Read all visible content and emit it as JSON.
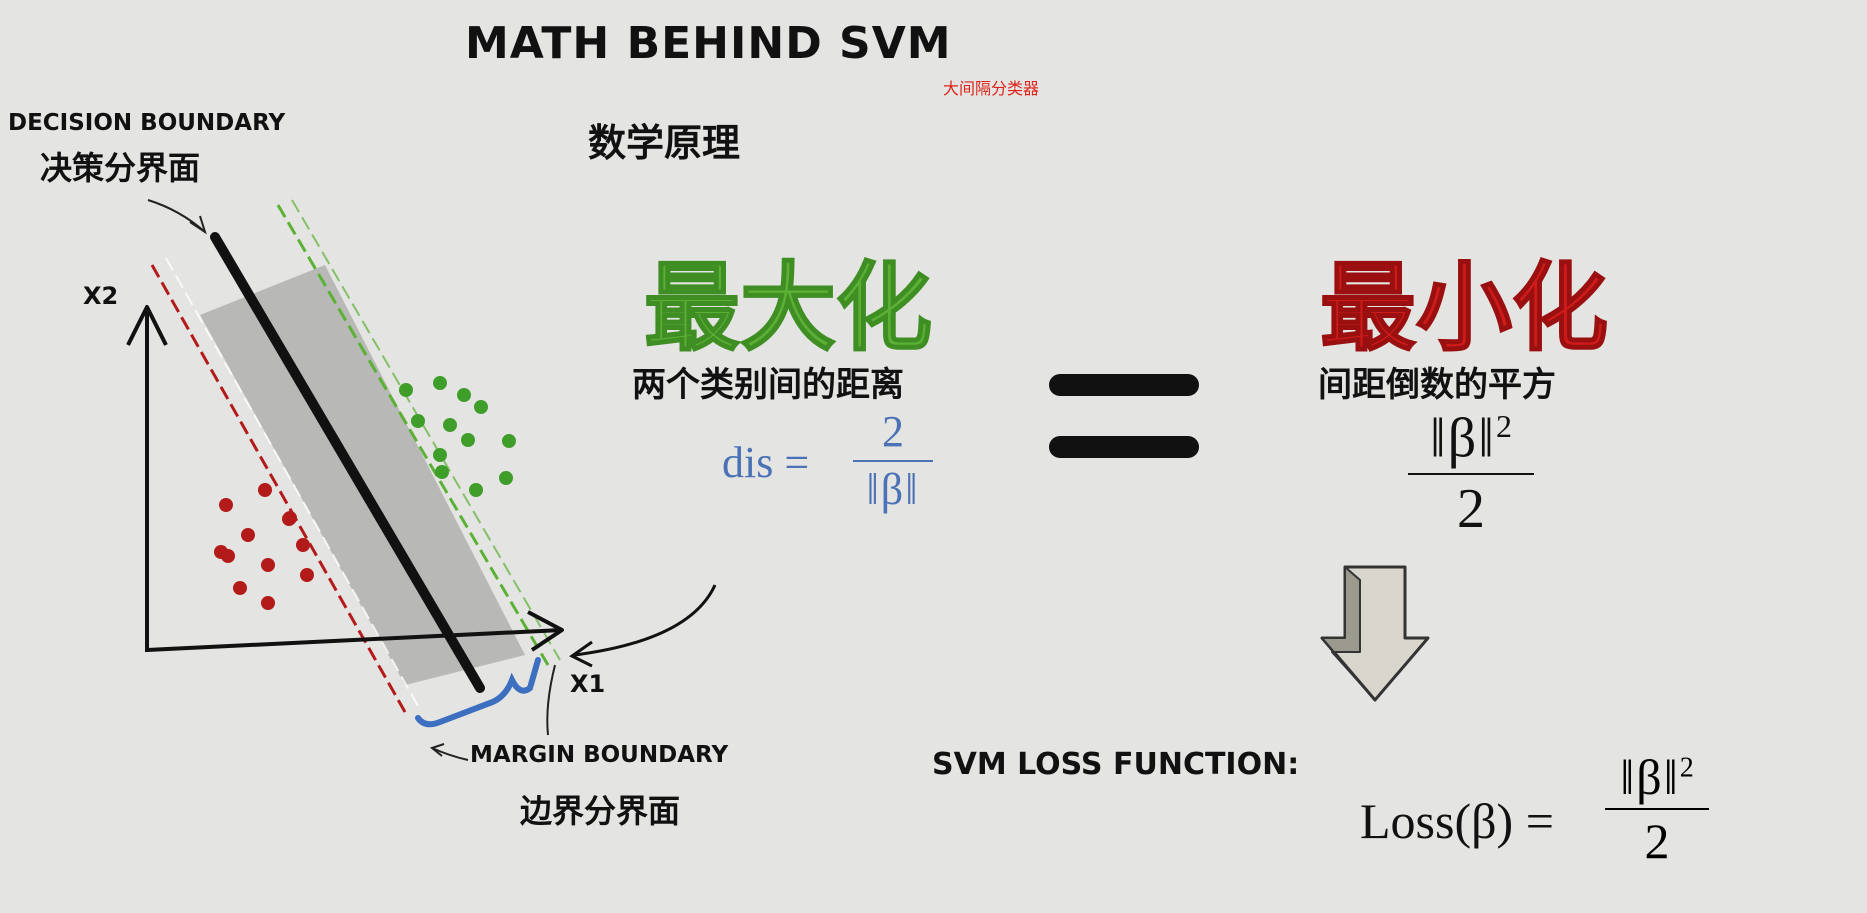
{
  "title": "MATH BEHIND SVM",
  "subtitle_cn": "数学原理",
  "corner_label": "大间隔分类器",
  "decision_boundary": {
    "en": "DECISION BOUNDARY",
    "cn": "决策分界面"
  },
  "margin_boundary": {
    "en": "MARGIN BOUNDARY",
    "cn": "边界分界面"
  },
  "axes": {
    "x": "X1",
    "y": "X2"
  },
  "maximize": {
    "word": "最大化",
    "desc": "两个类别间的距离",
    "formula_lhs": "dis =",
    "numerator": "2",
    "denominator": "‖β‖"
  },
  "minimize": {
    "word": "最小化",
    "desc": "间距倒数的平方",
    "numerator": "‖β‖",
    "exponent": "2",
    "denominator": "2"
  },
  "equals_sign": "=",
  "loss": {
    "label": "SVM LOSS FUNCTION:",
    "lhs": "Loss(β) =",
    "numerator": "‖β‖",
    "exponent": "2",
    "denominator": "2"
  },
  "colors": {
    "title": "#111111",
    "maximize_green": "#5bb135",
    "minimize_red": "#d01b1b",
    "formula_blue": "#4a72b5",
    "corner_red": "#e0221b",
    "class_red": "#b31b1b",
    "class_green": "#3f9d2a"
  }
}
